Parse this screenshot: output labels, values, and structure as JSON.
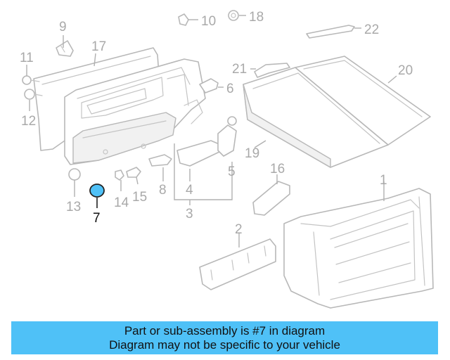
{
  "diagram": {
    "callouts": {
      "c1": "1",
      "c2": "2",
      "c3": "3",
      "c4": "4",
      "c5": "5",
      "c6": "6",
      "c7": "7",
      "c8": "8",
      "c9": "9",
      "c10": "10",
      "c11": "11",
      "c12": "12",
      "c13": "13",
      "c14": "14",
      "c15": "15",
      "c16": "16",
      "c17": "17",
      "c18": "18",
      "c19": "19",
      "c20": "20",
      "c21": "21",
      "c22": "22"
    },
    "highlighted_part": "7",
    "colors": {
      "highlight": "#4fc1f7",
      "line_art": "#b8b8b8",
      "callout_text": "#a9a9a9"
    }
  },
  "banner": {
    "line1": "Part or sub-assembly is #7 in diagram",
    "line2": "Diagram may not be specific to your vehicle"
  }
}
